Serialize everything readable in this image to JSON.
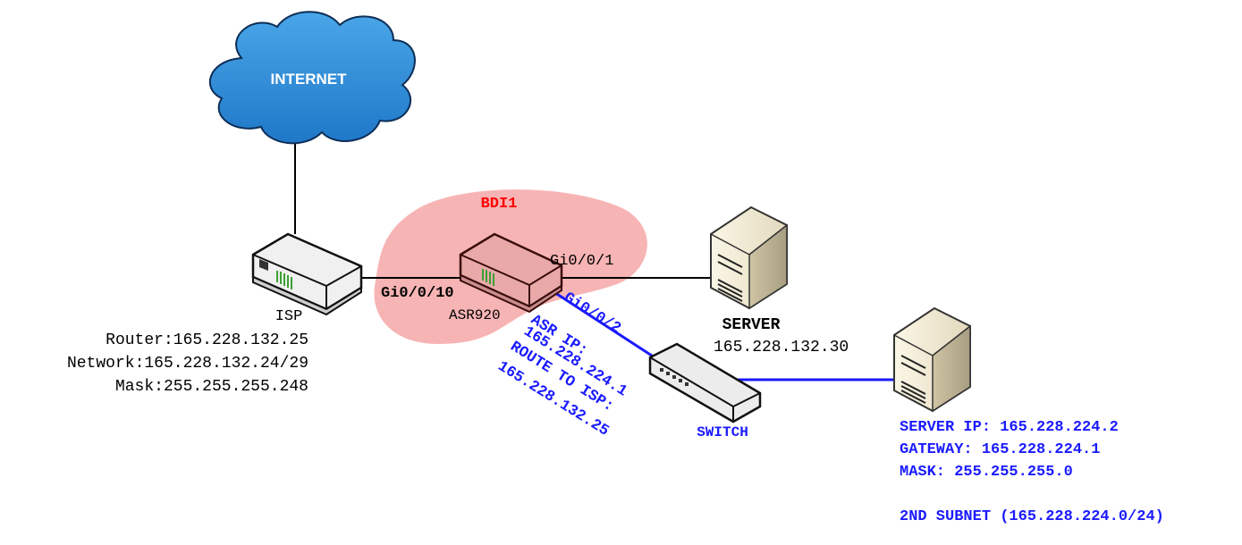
{
  "cloud": {
    "label": "INTERNET"
  },
  "isp": {
    "label": "ISP",
    "router": "Router:165.228.132.25",
    "network": "Network:165.228.132.24/29",
    "mask": "Mask:255.255.255.248"
  },
  "asr": {
    "bdi": "BDI1",
    "name": "ASR920",
    "port_isp": "Gi0/0/10",
    "port_server": "Gi0/0/1",
    "port_switch": "Gi0/0/2",
    "blue_note": [
      "ASR IP:",
      "165.228.224.1",
      "ROUTE TO ISP:",
      "165.228.132.25"
    ]
  },
  "server1": {
    "label": "SERVER",
    "ip": "165.228.132.30"
  },
  "switch": {
    "label": "SWITCH"
  },
  "server2": {
    "ip": "SERVER IP: 165.228.224.2",
    "gateway": "GATEWAY: 165.228.224.1",
    "mask": "MASK: 255.255.255.0",
    "subnet": "2ND SUBNET (165.228.224.0/24)"
  },
  "colors": {
    "bdi_highlight": "#f7b4b4",
    "blue_text": "#1a1aff",
    "red_text": "#ff0000",
    "cloud": "#2e8fd6"
  }
}
